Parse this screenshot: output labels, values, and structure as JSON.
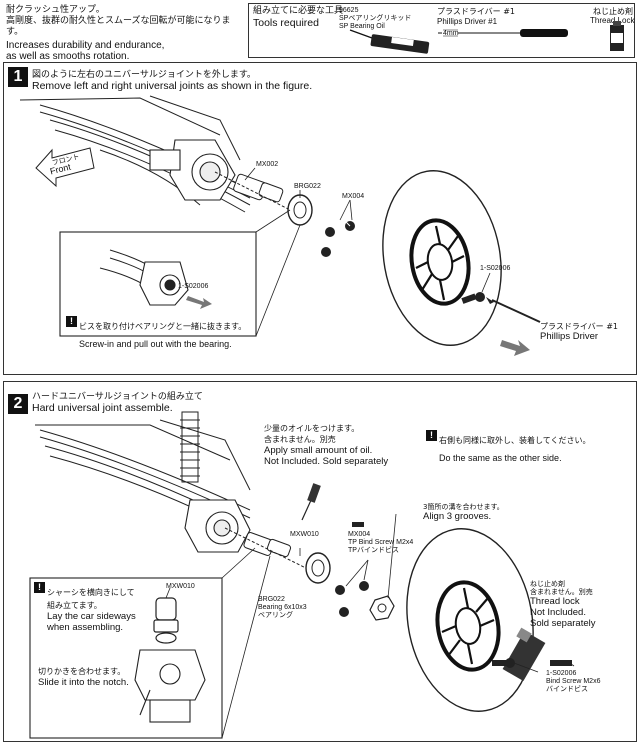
{
  "header": {
    "feature_jp_1": "耐クラッシュ性アップ。",
    "feature_jp_2": "高剛度、抜群の耐久性とスムーズな回転が可能になります。",
    "feature_en_1": "Increases durability and endurance,",
    "feature_en_2": "as well as smooths rotation."
  },
  "tools": {
    "title_jp": "組み立てに必要な工具",
    "title_en": "Tools required",
    "oil_code": "96625",
    "oil_jp": "SPベアリングリキッド",
    "oil_en": "SP Bearing Oil",
    "driver_jp": "プラスドライバー #1",
    "driver_en": "Phillips Driver #1",
    "driver_size": "4mm",
    "lock_jp": "ねじ止め剤",
    "lock_en": "Thread Lock"
  },
  "step1": {
    "number": "1",
    "title_jp": "図のように左右のユニバーサルジョイントを外します。",
    "title_en": "Remove left and right universal joints as shown in the figure.",
    "front_jp": "フロント",
    "front_en": "Front",
    "mx002": "MX002",
    "brg022": "BRG022",
    "mx004": "MX004",
    "s02006_a": "1-S02006",
    "s02006_b": "1-S02006",
    "note_jp": "ビスを取り付けベアリングと一緒に抜きます。",
    "note_en": "Screw-in and pull out with the bearing.",
    "driver_jp": "プラスドライバー #1",
    "driver_en": "Phillips Driver"
  },
  "step2": {
    "number": "2",
    "title_jp": "ハードユニバーサルジョイントの組み立て",
    "title_en": "Hard universal joint assemble.",
    "other_side_jp": "右側も同様に取外し、装着してください。",
    "other_side_en": "Do the same as the other side.",
    "oil_jp_1": "少量のオイルをつけます。",
    "oil_jp_2": "含まれません。別売",
    "oil_en_1": "Apply small amount of oil.",
    "oil_en_2": "Not Included. Sold separately",
    "grooves_jp": "3箇所の溝を合わせます。",
    "grooves_en": "Align 3 grooves.",
    "mxw010_a": "MXW010",
    "mx004": "MX004",
    "mx004_en": "TP Bind Screw M2x4",
    "mx004_jp": "TPバインドビス",
    "brg022": "BRG022",
    "brg022_en": "Bearing 6x10x3",
    "brg022_jp": "ベアリング",
    "lock_jp_1": "ねじ止め剤",
    "lock_jp_2": "含まれません。別売",
    "lock_en_1": "Thread lock",
    "lock_en_2": "Not Included.",
    "lock_en_3": "Sold separately",
    "s02006": "1-S02006",
    "s02006_en": "Bind Screw M2x6",
    "s02006_jp": "バインドビス",
    "chassis_jp_1": "シャーシを横向きにして",
    "chassis_jp_2": "組み立てます。",
    "chassis_en_1": "Lay the car sideways",
    "chassis_en_2": "when assembling.",
    "mxw010_b": "MXW010",
    "notch_jp": "切りかきを合わせます。",
    "notch_en": "Slide it into the notch."
  }
}
